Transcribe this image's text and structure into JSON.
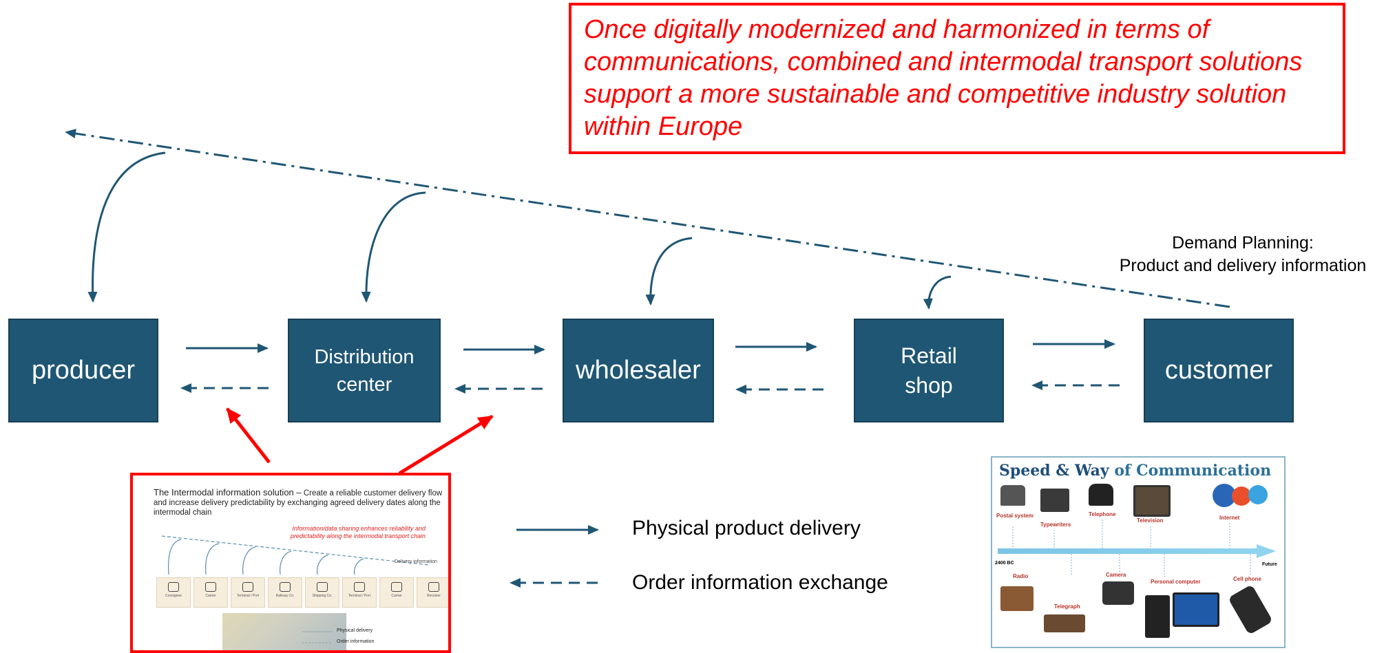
{
  "callout": {
    "text": "Once digitally modernized and harmonized in terms of communications, combined and intermodal transport solutions support a more sustainable and competitive industry solution within Europe"
  },
  "demand_planning": {
    "line1": "Demand Planning:",
    "line2": "Product and delivery information"
  },
  "nodes": [
    {
      "label": "producer"
    },
    {
      "line1": "Distribution",
      "line2": "center"
    },
    {
      "label": "wholesaler"
    },
    {
      "line1": "Retail",
      "line2": "shop"
    },
    {
      "label": "customer"
    }
  ],
  "legend": {
    "physical": "Physical product delivery",
    "order": "Order information exchange"
  },
  "colors": {
    "node": "#1f5674",
    "arrow": "#1f5674",
    "accent_red": "#ff0000"
  },
  "thumbnail_left": {
    "title_bold": "The Intermodal information solution –",
    "title_rest": "Create a reliable customer delivery flow and increase delivery predictability by exchanging agreed delivery dates along the intermodal chain",
    "note": "Information/data sharing enhances reliability and predictability along the intermodal transport chain",
    "delivery_info": "Delivery information",
    "boxes": [
      "Consignee",
      "Carrier",
      "Terminal / Port",
      "Railway Co.",
      "Shipping Co.",
      "Terminal / Port",
      "Carrier",
      "Receiver"
    ],
    "legend_physical": "Physical delivery",
    "legend_order": "Order information"
  },
  "thumbnail_right": {
    "title_a": "Speed & Way",
    "title_b": "of Communication",
    "left_era": "2400 BC",
    "right_era": "Future",
    "top_labels": [
      "Postal system",
      "Typewriters",
      "Telephone",
      "Television",
      "Internet"
    ],
    "bottom_labels": [
      "Radio",
      "Telegraph",
      "Camera",
      "Personal computer",
      "Cell phone"
    ]
  }
}
